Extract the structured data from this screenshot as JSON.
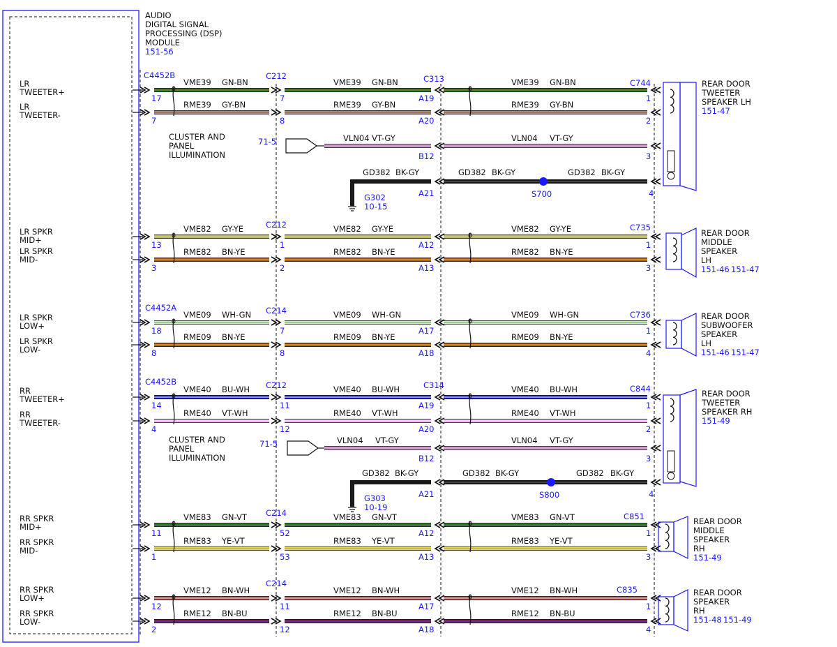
{
  "module": {
    "name_lines": [
      "AUDIO",
      "DIGITAL SIGNAL",
      "PROCESSING (DSP)",
      "MODULE"
    ],
    "ref": "151-56"
  },
  "colors": {
    "GN-BN": "#2e7a1e",
    "GY-BN": "#9b8f8a",
    "VT-GY": "#d59ad3",
    "BK-GY": "#1a1a1a",
    "GY-YE": "#b9b77a",
    "BN-YE": "#b0501a",
    "WH-GN": "#cfe8c4",
    "BU-WH": "#2121c8",
    "VT-WH": "#e4a6e6",
    "GN-VT": "#2f8a22",
    "YE-VT": "#e9e03a",
    "BN-WH": "#a85656",
    "BN-BU": "#7a2450",
    "link": "#1a1aff"
  },
  "connectors": {
    "c1": [
      "C4452B",
      "C4452A",
      "C4452B"
    ],
    "c2": [
      "C212",
      "C212",
      "C214",
      "C212",
      "C214",
      "C214"
    ],
    "c3": [
      "C313",
      "C314"
    ],
    "c4": [
      "C744",
      "C735",
      "C736",
      "C844",
      "C851",
      "C835"
    ]
  },
  "inputs": [
    "LR",
    "TWEETER+",
    "LR",
    "TWEETER-",
    "LR SPKR",
    "MID+",
    "LR SPKR",
    "MID-",
    "LR SPKR",
    "LOW+",
    "LR SPKR",
    "LOW-",
    "RR",
    "TWEETER+",
    "RR",
    "TWEETER-",
    "RR SPKR",
    "MID+",
    "RR SPKR",
    "MID-",
    "RR SPKR",
    "LOW+",
    "RR SPKR",
    "LOW-"
  ],
  "wires": [
    {
      "circuit": "VME39",
      "color": "GN-BN",
      "pins": [
        "17",
        "7",
        "A19",
        "1"
      ]
    },
    {
      "circuit": "RME39",
      "color": "GY-BN",
      "pins": [
        "7",
        "8",
        "A20",
        "2"
      ]
    },
    {
      "circuit": "VME82",
      "color": "GY-YE",
      "pins": [
        "13",
        "1",
        "A12",
        "1"
      ]
    },
    {
      "circuit": "RME82",
      "color": "BN-YE",
      "pins": [
        "3",
        "2",
        "A13",
        "3"
      ]
    },
    {
      "circuit": "VME09",
      "color": "WH-GN",
      "pins": [
        "18",
        "7",
        "A17",
        "1"
      ]
    },
    {
      "circuit": "RME09",
      "color": "BN-YE",
      "pins": [
        "8",
        "8",
        "A18",
        "4"
      ]
    },
    {
      "circuit": "VME40",
      "color": "BU-WH",
      "pins": [
        "14",
        "11",
        "A19",
        "1"
      ]
    },
    {
      "circuit": "RME40",
      "color": "VT-WH",
      "pins": [
        "4",
        "12",
        "A20",
        "2"
      ]
    },
    {
      "circuit": "VME83",
      "color": "GN-VT",
      "pins": [
        "11",
        "52",
        "A12",
        "1"
      ]
    },
    {
      "circuit": "RME83",
      "color": "YE-VT",
      "pins": [
        "1",
        "53",
        "A13",
        "3"
      ]
    },
    {
      "circuit": "VME12",
      "color": "BN-WH",
      "pins": [
        "12",
        "11",
        "A17",
        "1"
      ]
    },
    {
      "circuit": "RME12",
      "color": "BN-BU",
      "pins": [
        "2",
        "12",
        "A18",
        "4"
      ]
    }
  ],
  "illumination": [
    {
      "label_lines": [
        "CLUSTER AND",
        "PANEL",
        "ILLUMINATION"
      ],
      "ref": "71-5",
      "circuit": "VLN04",
      "color": "VT-GY",
      "pins": [
        "B12",
        "3"
      ]
    },
    {
      "label_lines": [
        "CLUSTER AND",
        "PANEL",
        "ILLUMINATION"
      ],
      "ref": "71-5",
      "circuit": "VLN04",
      "color": "VT-GY",
      "pins": [
        "B12",
        "3"
      ]
    }
  ],
  "grounds": [
    {
      "circuit": "GD382",
      "color": "BK-GY",
      "pins": [
        "A21",
        "4"
      ],
      "ground": "G302",
      "ground_ref": "10-15",
      "splice": "S700"
    },
    {
      "circuit": "GD382",
      "color": "BK-GY",
      "pins": [
        "A21",
        "4"
      ],
      "ground": "G303",
      "ground_ref": "10-19",
      "splice": "S800"
    }
  ],
  "speakers": [
    {
      "lines": [
        "REAR DOOR",
        "TWEETER",
        "SPEAKER LH"
      ],
      "refs": [
        "151-47"
      ]
    },
    {
      "lines": [
        "REAR DOOR",
        "MIDDLE",
        "SPEAKER",
        "LH"
      ],
      "refs": [
        "151-46",
        "151-47"
      ]
    },
    {
      "lines": [
        "REAR DOOR",
        "SUBWOOFER",
        "SPEAKER",
        "LH"
      ],
      "refs": [
        "151-46",
        "151-47"
      ]
    },
    {
      "lines": [
        "REAR DOOR",
        "TWEETER",
        "SPEAKER RH"
      ],
      "refs": [
        "151-49"
      ]
    },
    {
      "lines": [
        "REAR DOOR",
        "MIDDLE",
        "SPEAKER",
        "RH"
      ],
      "refs": [
        "151-49"
      ]
    },
    {
      "lines": [
        "REAR DOOR",
        "SPEAKER",
        "RH"
      ],
      "refs": [
        "151-48",
        "151-49"
      ]
    }
  ]
}
